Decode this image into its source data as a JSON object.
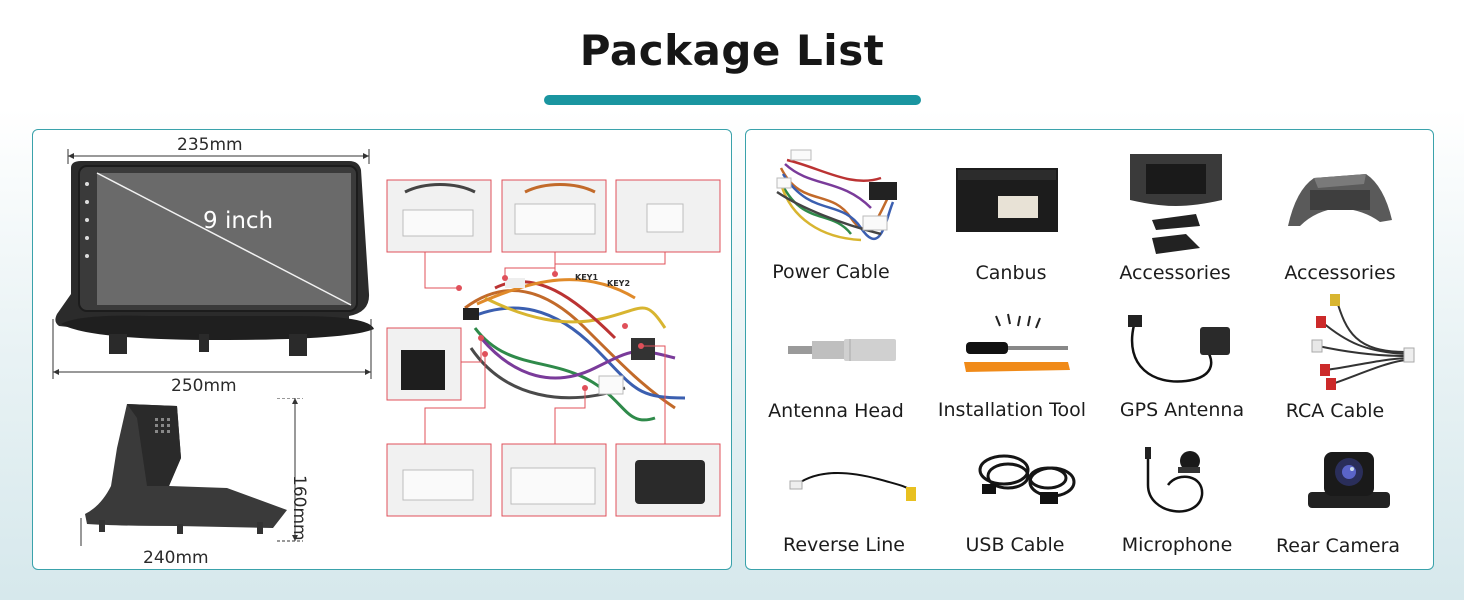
{
  "header": {
    "title": "Package List"
  },
  "dimensions": {
    "top_width": "235mm",
    "screen_size": "9 inch",
    "bottom_width": "250mm",
    "side_height": "160mm",
    "side_width": "240mm"
  },
  "harness_labels": {
    "key1": "KEY1",
    "key2": "KEY2"
  },
  "items": [
    {
      "label": "Power Cable",
      "icon": "power-cable-icon"
    },
    {
      "label": "Canbus",
      "icon": "canbus-box-icon"
    },
    {
      "label": "Accessories",
      "icon": "mounting-bracket-icon"
    },
    {
      "label": "Accessories",
      "icon": "trim-frame-icon"
    },
    {
      "label": "Antenna Head",
      "icon": "antenna-adapter-icon"
    },
    {
      "label": "Installation Tool",
      "icon": "installation-tool-icon"
    },
    {
      "label": "GPS Antenna",
      "icon": "gps-antenna-icon"
    },
    {
      "label": "RCA Cable",
      "icon": "rca-cable-icon"
    },
    {
      "label": "Reverse Line",
      "icon": "reverse-line-icon"
    },
    {
      "label": "USB Cable",
      "icon": "usb-cable-icon"
    },
    {
      "label": "Microphone",
      "icon": "microphone-icon"
    },
    {
      "label": "Rear Camera",
      "icon": "rear-camera-icon"
    }
  ],
  "colors": {
    "accent": "#1a95a0",
    "panel_border": "#3aa2ab",
    "callout_red": "#e0505a"
  }
}
